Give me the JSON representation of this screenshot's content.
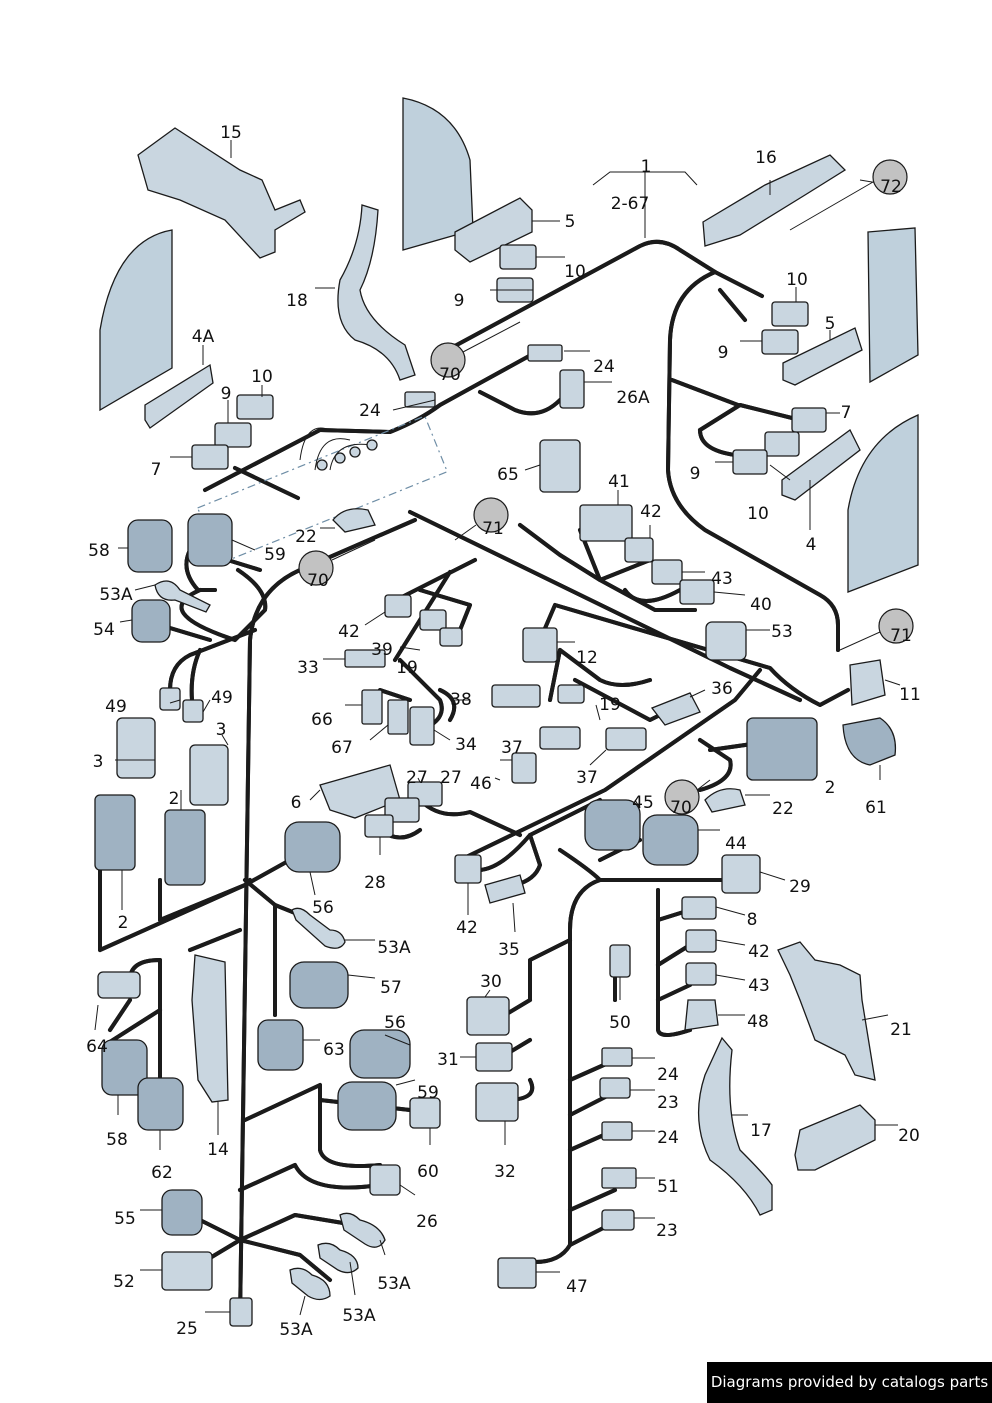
{
  "diagram": {
    "callouts": [
      {
        "id": "15",
        "text": "15"
      },
      {
        "id": "1",
        "text": "1"
      },
      {
        "id": "16",
        "text": "16"
      },
      {
        "id": "72",
        "text": "72"
      },
      {
        "id": "2-67",
        "text": "2-67"
      },
      {
        "id": "5a",
        "text": "5"
      },
      {
        "id": "10a",
        "text": "10"
      },
      {
        "id": "9a",
        "text": "9"
      },
      {
        "id": "18",
        "text": "18"
      },
      {
        "id": "10b",
        "text": "10"
      },
      {
        "id": "5b",
        "text": "5"
      },
      {
        "id": "9b",
        "text": "9"
      },
      {
        "id": "70a",
        "text": "70"
      },
      {
        "id": "24a",
        "text": "24"
      },
      {
        "id": "4A",
        "text": "4A"
      },
      {
        "id": "10c",
        "text": "10"
      },
      {
        "id": "9c",
        "text": "9"
      },
      {
        "id": "24b",
        "text": "24"
      },
      {
        "id": "26A",
        "text": "26A"
      },
      {
        "id": "7a",
        "text": "7"
      },
      {
        "id": "7b",
        "text": "7"
      },
      {
        "id": "9d",
        "text": "9"
      },
      {
        "id": "10d",
        "text": "10"
      },
      {
        "id": "65",
        "text": "65"
      },
      {
        "id": "41",
        "text": "41"
      },
      {
        "id": "42a",
        "text": "42"
      },
      {
        "id": "4",
        "text": "4"
      },
      {
        "id": "22a",
        "text": "22"
      },
      {
        "id": "71a",
        "text": "71"
      },
      {
        "id": "58a",
        "text": "58"
      },
      {
        "id": "59a",
        "text": "59"
      },
      {
        "id": "70b",
        "text": "70"
      },
      {
        "id": "43a",
        "text": "43"
      },
      {
        "id": "40",
        "text": "40"
      },
      {
        "id": "53Aa",
        "text": "53A"
      },
      {
        "id": "54",
        "text": "54"
      },
      {
        "id": "42b",
        "text": "42"
      },
      {
        "id": "39",
        "text": "39"
      },
      {
        "id": "53",
        "text": "53"
      },
      {
        "id": "71b",
        "text": "71"
      },
      {
        "id": "12",
        "text": "12"
      },
      {
        "id": "33",
        "text": "33"
      },
      {
        "id": "19a",
        "text": "19"
      },
      {
        "id": "49a",
        "text": "49"
      },
      {
        "id": "49b",
        "text": "49"
      },
      {
        "id": "11",
        "text": "11"
      },
      {
        "id": "38",
        "text": "38"
      },
      {
        "id": "36",
        "text": "36"
      },
      {
        "id": "3a",
        "text": "3"
      },
      {
        "id": "66",
        "text": "66"
      },
      {
        "id": "19b",
        "text": "19"
      },
      {
        "id": "3b",
        "text": "3"
      },
      {
        "id": "34",
        "text": "34"
      },
      {
        "id": "67",
        "text": "67"
      },
      {
        "id": "37a",
        "text": "37"
      },
      {
        "id": "27a",
        "text": "27"
      },
      {
        "id": "27b",
        "text": "27"
      },
      {
        "id": "37b",
        "text": "37"
      },
      {
        "id": "46",
        "text": "46"
      },
      {
        "id": "2a",
        "text": "2"
      },
      {
        "id": "6",
        "text": "6"
      },
      {
        "id": "2b",
        "text": "2"
      },
      {
        "id": "45",
        "text": "45"
      },
      {
        "id": "70c",
        "text": "70"
      },
      {
        "id": "22b",
        "text": "22"
      },
      {
        "id": "61",
        "text": "61"
      },
      {
        "id": "44",
        "text": "44"
      },
      {
        "id": "28",
        "text": "28"
      },
      {
        "id": "29",
        "text": "29"
      },
      {
        "id": "2c",
        "text": "2"
      },
      {
        "id": "56a",
        "text": "56"
      },
      {
        "id": "8",
        "text": "8"
      },
      {
        "id": "53Ab",
        "text": "53A"
      },
      {
        "id": "42c",
        "text": "42"
      },
      {
        "id": "35",
        "text": "35"
      },
      {
        "id": "42d",
        "text": "42"
      },
      {
        "id": "57",
        "text": "57"
      },
      {
        "id": "43b",
        "text": "43"
      },
      {
        "id": "30",
        "text": "30"
      },
      {
        "id": "50",
        "text": "50"
      },
      {
        "id": "48",
        "text": "48"
      },
      {
        "id": "21",
        "text": "21"
      },
      {
        "id": "64",
        "text": "64"
      },
      {
        "id": "56b",
        "text": "56"
      },
      {
        "id": "63",
        "text": "63"
      },
      {
        "id": "31",
        "text": "31"
      },
      {
        "id": "24c",
        "text": "24"
      },
      {
        "id": "58b",
        "text": "58"
      },
      {
        "id": "14",
        "text": "14"
      },
      {
        "id": "59b",
        "text": "59"
      },
      {
        "id": "23a",
        "text": "23"
      },
      {
        "id": "17",
        "text": "17"
      },
      {
        "id": "20",
        "text": "20"
      },
      {
        "id": "24d",
        "text": "24"
      },
      {
        "id": "62",
        "text": "62"
      },
      {
        "id": "60",
        "text": "60"
      },
      {
        "id": "32",
        "text": "32"
      },
      {
        "id": "51",
        "text": "51"
      },
      {
        "id": "26",
        "text": "26"
      },
      {
        "id": "55",
        "text": "55"
      },
      {
        "id": "23b",
        "text": "23"
      },
      {
        "id": "53Ac",
        "text": "53A"
      },
      {
        "id": "52",
        "text": "52"
      },
      {
        "id": "47",
        "text": "47"
      },
      {
        "id": "25",
        "text": "25"
      },
      {
        "id": "53Ad",
        "text": "53A"
      },
      {
        "id": "53Ae",
        "text": "53A"
      }
    ]
  },
  "watermark": {
    "text": "Diagrams provided by catalogs parts"
  }
}
